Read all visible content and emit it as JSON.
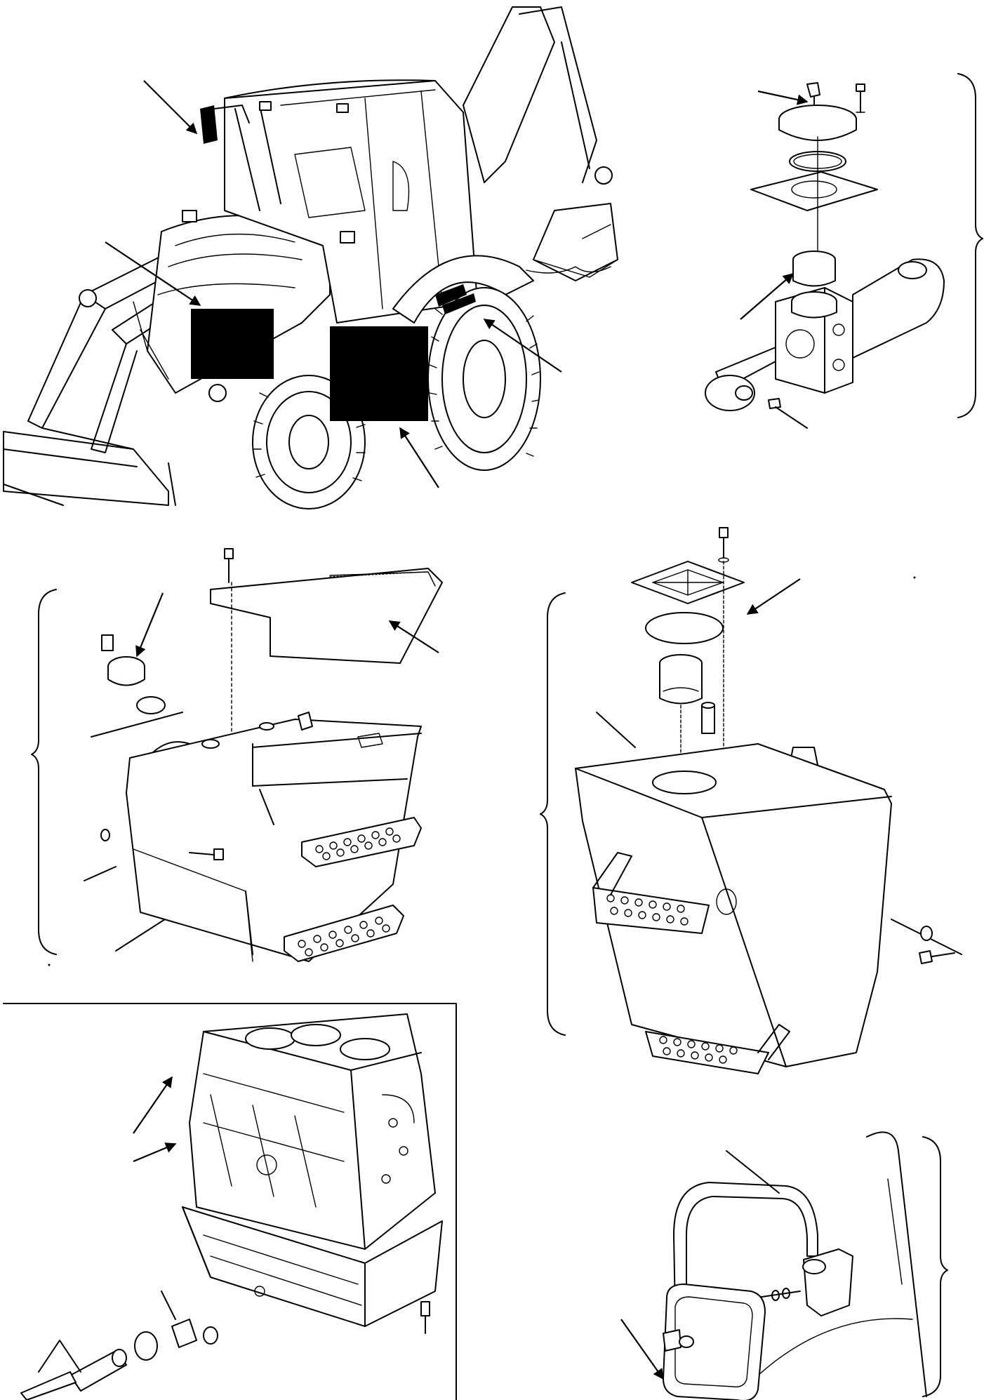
{
  "diagram": {
    "kind": "exploded parts illustration without printed text",
    "panels": [
      {
        "id": "machine-overview",
        "callouts": 6,
        "masked_regions": 2
      },
      {
        "id": "steering-cylinder-cap",
        "callouts": 3,
        "bracket": "right"
      },
      {
        "id": "fuel-tank",
        "callouts": 3,
        "bracket": "left"
      },
      {
        "id": "hydraulic-tank",
        "callouts": 2,
        "bracket": "left"
      },
      {
        "id": "engine-block-and-sump",
        "callouts": 4,
        "frame": "boxed"
      },
      {
        "id": "mirror-assembly",
        "callouts": 2,
        "bracket": "right"
      }
    ],
    "colors": {
      "ink": "#000000",
      "paper": "#ffffff"
    }
  }
}
